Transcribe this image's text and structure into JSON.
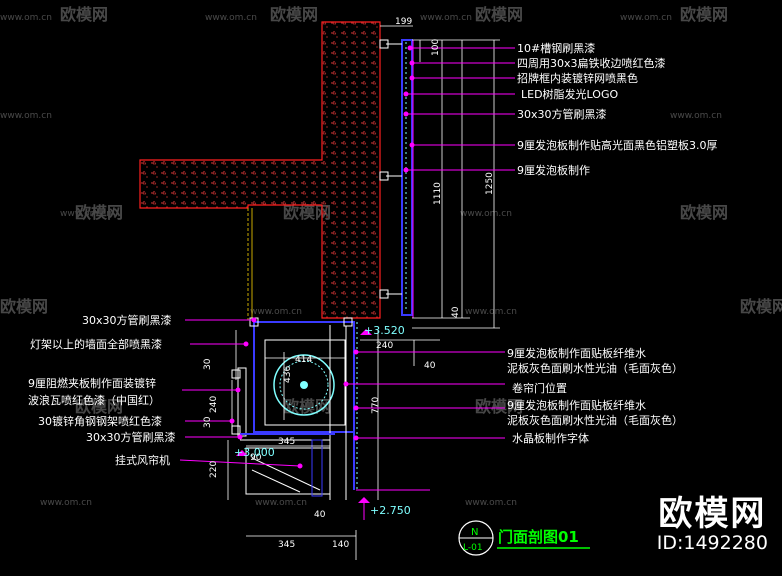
{
  "watermark": {
    "brand": "欧模网",
    "url": "www.om.cn"
  },
  "callouts_right": [
    "10#槽钢刷黑漆",
    "四周用30x3扁铁收边喷红色漆",
    "招牌框内装镀锌网喷黑色",
    "LED树脂发光LOGO",
    "30x30方管刷黑漆",
    "9厘发泡板制作贴高光面黑色铝塑板3.0厚",
    "9厘发泡板制作",
    "9厘发泡板制作面贴板纤维水",
    "泥板灰色面刷水性光油（毛面灰色）",
    "卷帘门位置",
    "9厘发泡板制作面贴板纤维水",
    "泥板灰色面刷水性光油（毛面灰色）",
    "水晶板制作字体"
  ],
  "callouts_left": [
    "30x30方管刷黑漆",
    "灯架以上的墙面全部喷黑漆",
    "9厘阻燃夹板制作面装镀锌",
    "波浪瓦喷红色漆（中国红）",
    "30镀锌角钢钢架喷红色漆",
    "30x30方管刷黑漆",
    "挂式风帘机"
  ],
  "dimensions": {
    "top_width": "199",
    "d100": "100",
    "d1110": "1110",
    "d1250": "1250",
    "d40a": "40",
    "d240": "240",
    "d40b": "40",
    "d414": "414",
    "d436": "436",
    "d770": "770",
    "d30a": "30",
    "d240b": "240",
    "d30b": "30",
    "d345a": "345",
    "d220": "220",
    "d90": "90",
    "d40c": "40",
    "d345b": "345",
    "d140": "140"
  },
  "levels": {
    "l1": "+3.520",
    "l2": "+3.000",
    "l3": "+2.750"
  },
  "title_block": {
    "letter": "N",
    "sheet": "L-01",
    "title": "门面剖图01"
  },
  "badge": {
    "brand": "欧模网",
    "id": "ID:1492280"
  },
  "colors": {
    "background": "#000000",
    "text": "#ffffff",
    "leader": "#ff00ff",
    "wall": "#ff2020",
    "steel": "#3a3aff",
    "led": "#7fffff",
    "dim": "#ffffff",
    "ochre": "#c8a800",
    "title": "#00ff00"
  }
}
